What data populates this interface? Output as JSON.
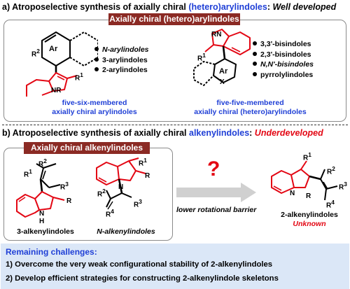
{
  "section_a": {
    "prefix": "a) Atroposelective synthesis of axially chiral ",
    "highlight": "(hetero)arylindoles",
    "sep": ": ",
    "status": "Well developed",
    "banner": "Axially chiral (hetero)arylindoles",
    "left_bullets": [
      "N-arylindoles",
      "3-arylindoles",
      "2-arylindoles"
    ],
    "left_caption_1": "five-six-membered",
    "left_caption_2": "axially chiral arylindoles",
    "right_bullets": [
      "3,3'-bisindoles",
      "2,3'-bisindoles",
      "N,N'-bisindoles",
      "pyrrolylindoles"
    ],
    "right_caption_1": "five-five-membered",
    "right_caption_2": "axially chiral (hetero)arylindoles",
    "labels": {
      "ar": "Ar",
      "r2": "R",
      "r2_sup": "2",
      "r1": "R",
      "r1_sup": "1",
      "nr": "NR",
      "rn": "RN",
      "x": "X"
    }
  },
  "section_b": {
    "prefix": "b) Atroposelective synthesis of axially chiral ",
    "highlight": "alkenylindoles",
    "sep": ": ",
    "status": "Underdeveloped",
    "banner": "Axially chiral alkenylindoles",
    "caption_left": "3-alkenylindoles",
    "caption_mid": "N-alkenylindoles",
    "arrow_label": "lower rotational barrier",
    "question": "?",
    "product_caption": "2-alkenylindoles",
    "product_status": "Unknown",
    "labels": {
      "r": "R",
      "s1": "1",
      "s2": "2",
      "s3": "3",
      "s4": "4",
      "n": "N",
      "h": "H"
    }
  },
  "challenges": {
    "title": "Remaining challenges:",
    "items": [
      "1) Overcome the very weak configurational stability of 2-alkenylindoles",
      "2) Develop efficient strategies for constructing 2-alkenylindole skeletons"
    ]
  },
  "colors": {
    "blue": "#1f3fd6",
    "red": "#e30613",
    "banner": "#8b2a24",
    "challenge_bg": "#dbe7f7"
  }
}
